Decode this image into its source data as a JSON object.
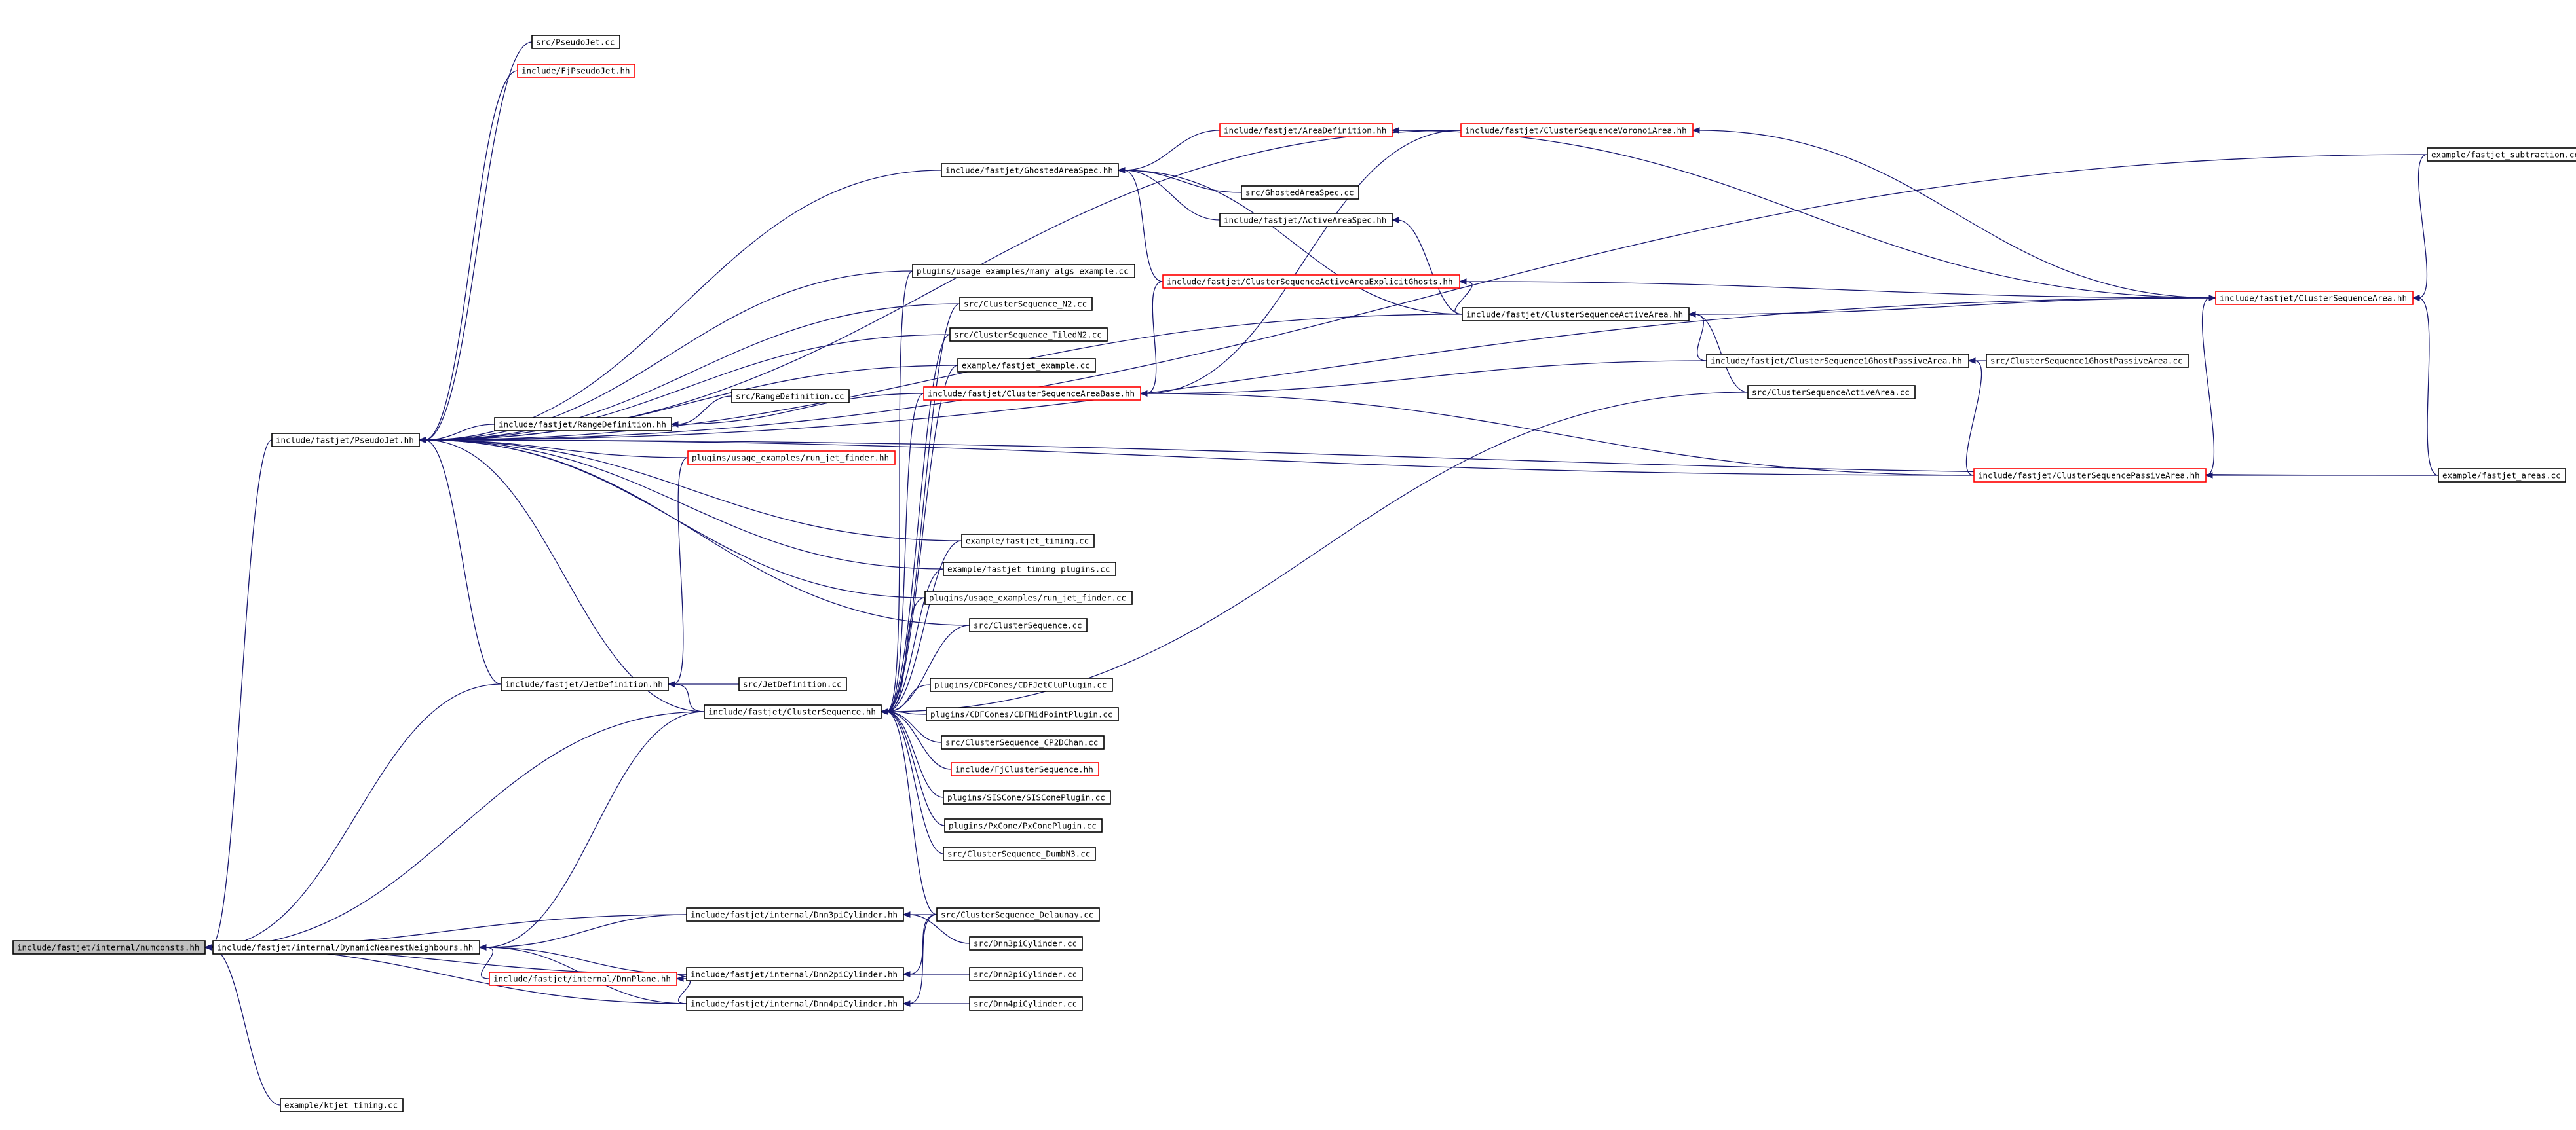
{
  "graph": {
    "colors": {
      "edge": "#191970",
      "normal_border": "#000000",
      "red_border": "#ff0000",
      "root_fill": "#c0c0c0",
      "node_fill": "#ffffff"
    },
    "nodes": [
      {
        "id": "numconsts",
        "label": "include/fastjet/internal/numconsts.hh",
        "style": "root"
      },
      {
        "id": "dnnh",
        "label": "include/fastjet/internal/DynamicNearestNeighbours.hh",
        "style": "normal"
      },
      {
        "id": "kttiming",
        "label": "example/ktjet_timing.cc",
        "style": "normal"
      },
      {
        "id": "dnn3h",
        "label": "include/fastjet/internal/Dnn3piCylinder.hh",
        "style": "normal"
      },
      {
        "id": "dnnplane",
        "label": "include/fastjet/internal/DnnPlane.hh",
        "style": "red"
      },
      {
        "id": "dnn2h",
        "label": "include/fastjet/internal/Dnn2piCylinder.hh",
        "style": "normal"
      },
      {
        "id": "dnn4h",
        "label": "include/fastjet/internal/Dnn4piCylinder.hh",
        "style": "normal"
      },
      {
        "id": "delaunay",
        "label": "src/ClusterSequence_Delaunay.cc",
        "style": "normal"
      },
      {
        "id": "dnn3cc",
        "label": "src/Dnn3piCylinder.cc",
        "style": "normal"
      },
      {
        "id": "dnn2cc",
        "label": "src/Dnn2piCylinder.cc",
        "style": "normal"
      },
      {
        "id": "dnn4cc",
        "label": "src/Dnn4piCylinder.cc",
        "style": "normal"
      },
      {
        "id": "pseudojet",
        "label": "include/fastjet/PseudoJet.hh",
        "style": "normal"
      },
      {
        "id": "pseudojetcc",
        "label": "src/PseudoJet.cc",
        "style": "normal"
      },
      {
        "id": "fjpseudojet",
        "label": "include/FjPseudoJet.hh",
        "style": "red"
      },
      {
        "id": "ghostedh",
        "label": "include/fastjet/GhostedAreaSpec.hh",
        "style": "normal"
      },
      {
        "id": "areadef",
        "label": "include/fastjet/AreaDefinition.hh",
        "style": "red"
      },
      {
        "id": "voronoi",
        "label": "include/fastjet/ClusterSequenceVoronoiArea.hh",
        "style": "red"
      },
      {
        "id": "ghostedcc",
        "label": "src/GhostedAreaSpec.cc",
        "style": "normal"
      },
      {
        "id": "activespec",
        "label": "include/fastjet/ActiveAreaSpec.hh",
        "style": "normal"
      },
      {
        "id": "subtraction",
        "label": "example/fastjet_subtraction.cc",
        "style": "normal"
      },
      {
        "id": "manyalgs",
        "label": "plugins/usage_examples/many_algs_example.cc",
        "style": "normal"
      },
      {
        "id": "csn2",
        "label": "src/ClusterSequence_N2.cc",
        "style": "normal"
      },
      {
        "id": "activeexpl",
        "label": "include/fastjet/ClusterSequenceActiveAreaExplicitGhosts.hh",
        "style": "red"
      },
      {
        "id": "csarea",
        "label": "include/fastjet/ClusterSequenceArea.hh",
        "style": "red"
      },
      {
        "id": "tiled",
        "label": "src/ClusterSequence_TiledN2.cc",
        "style": "normal"
      },
      {
        "id": "activearea",
        "label": "include/fastjet/ClusterSequenceActiveArea.hh",
        "style": "normal"
      },
      {
        "id": "fjexample",
        "label": "example/fastjet_example.cc",
        "style": "normal"
      },
      {
        "id": "ghostpassh",
        "label": "include/fastjet/ClusterSequence1GhostPassiveArea.hh",
        "style": "normal"
      },
      {
        "id": "ghostpasscc",
        "label": "src/ClusterSequence1GhostPassiveArea.cc",
        "style": "normal"
      },
      {
        "id": "rangedefcc",
        "label": "src/RangeDefinition.cc",
        "style": "normal"
      },
      {
        "id": "areabase",
        "label": "include/fastjet/ClusterSequenceAreaBase.hh",
        "style": "red"
      },
      {
        "id": "activeareacc",
        "label": "src/ClusterSequenceActiveArea.cc",
        "style": "normal"
      },
      {
        "id": "rangedef",
        "label": "include/fastjet/RangeDefinition.hh",
        "style": "normal"
      },
      {
        "id": "runjetfinderh",
        "label": "plugins/usage_examples/run_jet_finder.hh",
        "style": "red"
      },
      {
        "id": "passivearea",
        "label": "include/fastjet/ClusterSequencePassiveArea.hh",
        "style": "red"
      },
      {
        "id": "areascc",
        "label": "example/fastjet_areas.cc",
        "style": "normal"
      },
      {
        "id": "timing",
        "label": "example/fastjet_timing.cc",
        "style": "normal"
      },
      {
        "id": "timingplugins",
        "label": "example/fastjet_timing_plugins.cc",
        "style": "normal"
      },
      {
        "id": "runjetfindercc",
        "label": "plugins/usage_examples/run_jet_finder.cc",
        "style": "normal"
      },
      {
        "id": "cscc",
        "label": "src/ClusterSequence.cc",
        "style": "normal"
      },
      {
        "id": "jetdef",
        "label": "include/fastjet/JetDefinition.hh",
        "style": "normal"
      },
      {
        "id": "jetdefcc",
        "label": "src/JetDefinition.cc",
        "style": "normal"
      },
      {
        "id": "cdfjetclu",
        "label": "plugins/CDFCones/CDFJetCluPlugin.cc",
        "style": "normal"
      },
      {
        "id": "csh",
        "label": "include/fastjet/ClusterSequence.hh",
        "style": "normal"
      },
      {
        "id": "cdfmidpoint",
        "label": "plugins/CDFCones/CDFMidPointPlugin.cc",
        "style": "normal"
      },
      {
        "id": "cp2d",
        "label": "src/ClusterSequence_CP2DChan.cc",
        "style": "normal"
      },
      {
        "id": "fjcs",
        "label": "include/FjClusterSequence.hh",
        "style": "red"
      },
      {
        "id": "siscone",
        "label": "plugins/SISCone/SISConePlugin.cc",
        "style": "normal"
      },
      {
        "id": "pxcone",
        "label": "plugins/PxCone/PxConePlugin.cc",
        "style": "normal"
      },
      {
        "id": "dumbn3",
        "label": "src/ClusterSequence_DumbN3.cc",
        "style": "normal"
      }
    ]
  }
}
